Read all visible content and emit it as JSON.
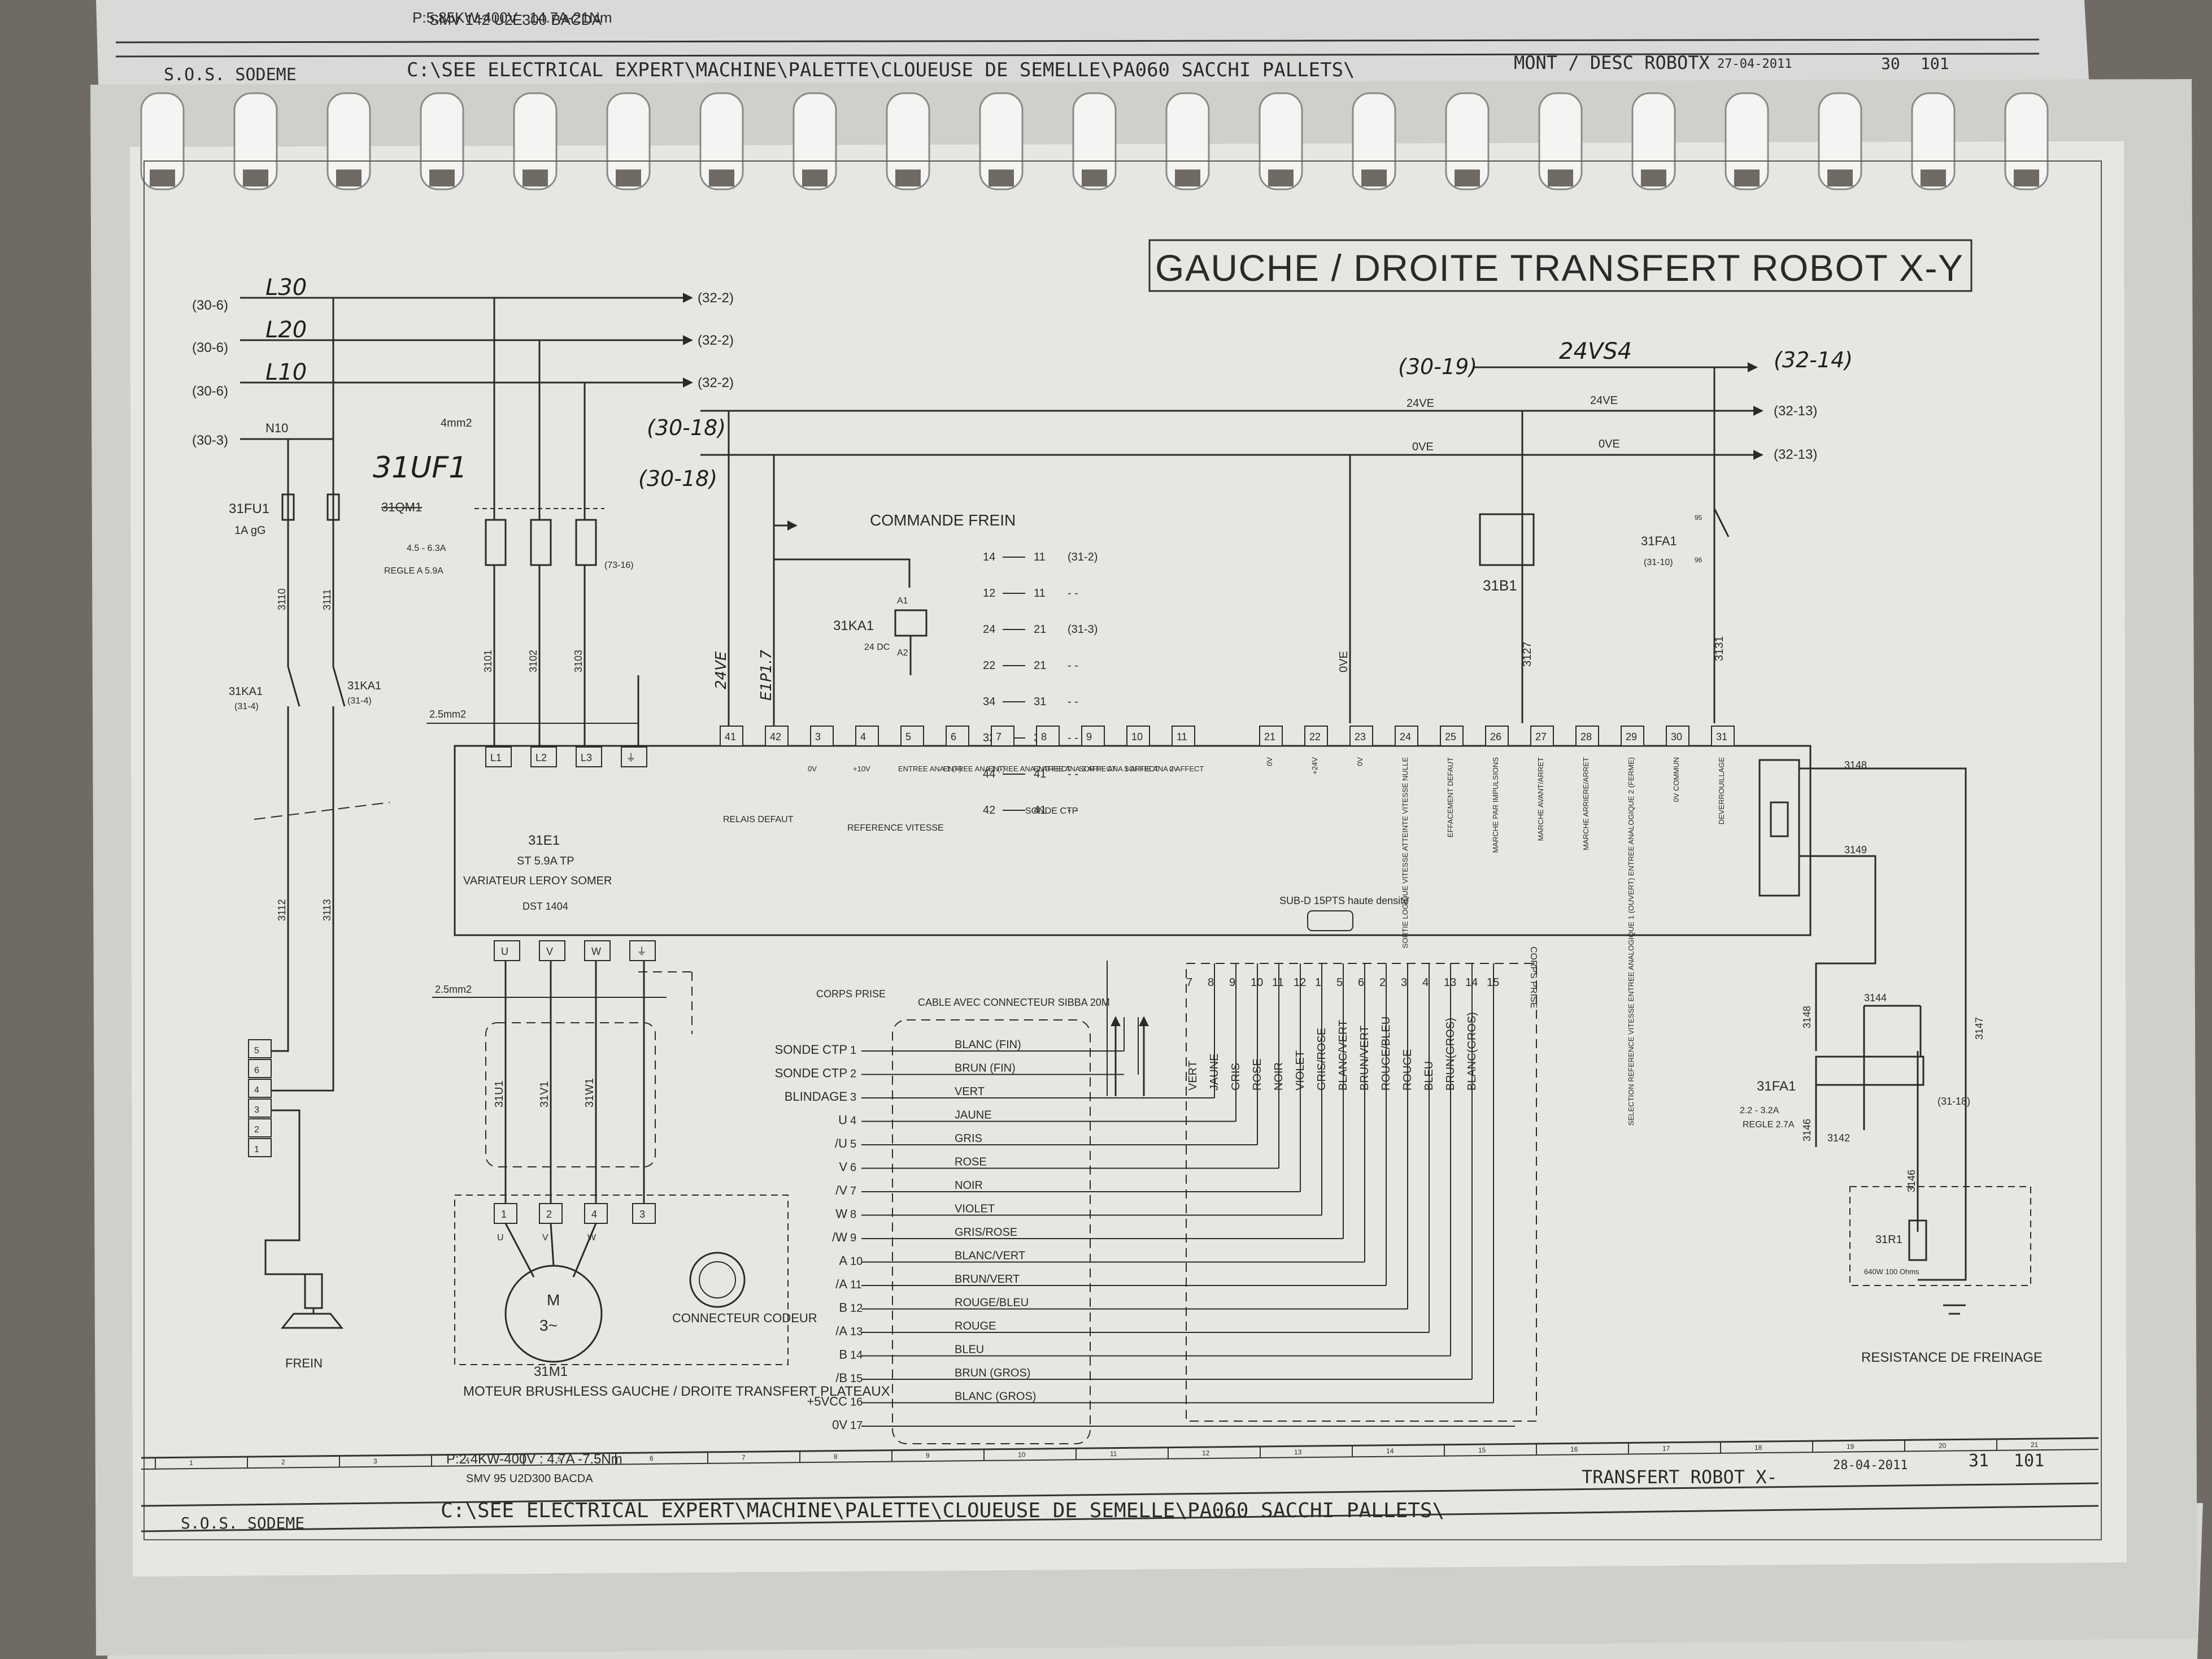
{
  "prev_sheet": {
    "motor_line": "P:5.85KW-400V : 14.7A-21Nm",
    "motor_model": "SMV 142 U2E300 BACDA",
    "company": "S.O.S. SODEME",
    "path": "C:\\SEE ELECTRICAL EXPERT\\MACHINE\\PALETTE\\CLOUEUSE DE SEMELLE\\PA060 SACCHI PALLETS\\",
    "title": "MONT / DESC ROBOTX",
    "date": "27-04-2011",
    "page": "30",
    "total": "101"
  },
  "title": "GAUCHE / DROITE TRANSFERT ROBOT X-Y",
  "supply": {
    "lines": [
      {
        "from": "(30-6)",
        "label": "L30",
        "to": "(32-2)"
      },
      {
        "from": "(30-6)",
        "label": "L20",
        "to": "(32-2)"
      },
      {
        "from": "(30-6)",
        "label": "L10",
        "to": "(32-2)"
      },
      {
        "from": "(30-3)",
        "label": "N10",
        "to": ""
      }
    ],
    "bus_from_top": "(30-19)",
    "bus_label": "24VS4",
    "bus_to_top": "(32-14)",
    "bus_from_a": "(30-18)",
    "bus_from_b": "(30-18)",
    "rail_24ve_a": "24VE",
    "rail_24ve_b": "24VE",
    "rail_to_a": "(32-13)",
    "rail_0ve_a": "0VE",
    "rail_0ve_b": "0VE",
    "rail_to_b": "(32-13)"
  },
  "fuse": {
    "ref": "31FU1",
    "rating": "1A gG",
    "w1": "3110",
    "w2": "3111"
  },
  "ka_contacts": {
    "ref": "31KA1",
    "loc": "(31-4)",
    "ref2": "31KA1",
    "loc2": "(31-4)",
    "w1": "3112",
    "w2": "3113"
  },
  "breaker": {
    "ref": "31QM1",
    "ref_hand": "31UF1",
    "cable": "4mm2",
    "range": "4.5 - 6.3A",
    "setting": "REGLE A 5.9A",
    "link": "(73-16)",
    "w1": "3101",
    "w2": "3102",
    "w3": "3103",
    "cable2": "2.5mm2"
  },
  "brake_cmd": {
    "label": "COMMANDE FREIN",
    "relay": "31KA1",
    "voltage": "24 DC",
    "a1": "A1",
    "a2": "A2",
    "w1": "24VE",
    "w2": "E1P1.7",
    "contacts": [
      {
        "a": "14",
        "b": "11",
        "ref": "(31-2)"
      },
      {
        "a": "12",
        "b": "11",
        "ref": "- -"
      },
      {
        "a": "24",
        "b": "21",
        "ref": "(31-3)"
      },
      {
        "a": "22",
        "b": "21",
        "ref": "- -"
      },
      {
        "a": "34",
        "b": "31",
        "ref": "- -"
      },
      {
        "a": "32",
        "b": "31",
        "ref": "- -"
      },
      {
        "a": "44",
        "b": "41",
        "ref": "- -"
      },
      {
        "a": "42",
        "b": "41",
        "ref": "- -"
      }
    ]
  },
  "drive": {
    "ref": "31E1",
    "model": "ST 5.9A TP",
    "desc": "VARIATEUR LEROY SOMER",
    "code": "DST 1404",
    "power_terms": [
      "L1",
      "L2",
      "L3",
      "⏚"
    ],
    "out_terms": [
      "U",
      "V",
      "W",
      "⏚"
    ],
    "ctrl_terms": [
      {
        "n": "41",
        "l": ""
      },
      {
        "n": "42",
        "l": ""
      },
      {
        "n": "3",
        "l": "0V"
      },
      {
        "n": "4",
        "l": "+10V"
      },
      {
        "n": "5",
        "l": "ENTREE ANA 1 (+)"
      },
      {
        "n": "6",
        "l": "ENTREE ANA 1 (-)"
      },
      {
        "n": "7",
        "l": "ENTREE ANA 2 AFFECT"
      },
      {
        "n": "8",
        "l": "ENTREE ANA 3 AFFECT"
      },
      {
        "n": "9",
        "l": "SORTIE ANA 1 AFFECT"
      },
      {
        "n": "10",
        "l": "SORTIE ANA 2 AFFECT"
      },
      {
        "n": "11",
        "l": "0V"
      },
      {
        "n": "21",
        "l": "0V"
      },
      {
        "n": "22",
        "l": "+24V"
      },
      {
        "n": "23",
        "l": "0V"
      },
      {
        "n": "24",
        "l": "SORTIE LOGIQUE VITESSE ATTEINTE VITESSE NULLE"
      },
      {
        "n": "25",
        "l": "EFFACEMENT DEFAUT"
      },
      {
        "n": "26",
        "l": "MARCHE PAR IMPULSIONS"
      },
      {
        "n": "27",
        "l": "MARCHE AVANT/ARRET"
      },
      {
        "n": "28",
        "l": "MARCHE ARRIERE/ARRET"
      },
      {
        "n": "29",
        "l": "SELECTION REFERENCE VITESSE ENTREE ANALOGIQUE 1 (OUVERT) ENTREE ANALOGIQUE 2 (FERME)"
      },
      {
        "n": "30",
        "l": "0V COMMUN"
      },
      {
        "n": "31",
        "l": "DEVERROUILLAGE"
      }
    ],
    "grp_relais": "RELAIS DEFAUT",
    "grp_ref": "REFERENCE VITESSE",
    "grp_ctp": "SONDE CTP",
    "subd": "SUB-D 15PTS haute densité",
    "wire_0ve": "0VE",
    "wire_3127": "3127",
    "wire_3131": "3131"
  },
  "sensor": {
    "ref": "31B1"
  },
  "thermal": {
    "ref": "31FA1",
    "loc": "(31-10)",
    "t1": "95",
    "t2": "96"
  },
  "cable": {
    "corps_prise": "CORPS PRISE",
    "corps_prise_v": "CORPS PRISE",
    "title": "CABLE AVEC CONNECTEUR SIBBA 20M",
    "rows": [
      {
        "sig": "SONDE CTP",
        "n": "1",
        "col": "BLANC (FIN)"
      },
      {
        "sig": "SONDE CTP",
        "n": "2",
        "col": "BRUN (FIN)"
      },
      {
        "sig": "BLINDAGE",
        "n": "3",
        "col": "VERT"
      },
      {
        "sig": "U",
        "n": "4",
        "col": "JAUNE"
      },
      {
        "sig": "/U",
        "n": "5",
        "col": "GRIS"
      },
      {
        "sig": "V",
        "n": "6",
        "col": "ROSE"
      },
      {
        "sig": "/V",
        "n": "7",
        "col": "NOIR"
      },
      {
        "sig": "W",
        "n": "8",
        "col": "VIOLET"
      },
      {
        "sig": "/W",
        "n": "9",
        "col": "GRIS/ROSE"
      },
      {
        "sig": "A",
        "n": "10",
        "col": "BLANC/VERT"
      },
      {
        "sig": "/A",
        "n": "11",
        "col": "BRUN/VERT"
      },
      {
        "sig": "B",
        "n": "12",
        "col": "ROUGE/BLEU"
      },
      {
        "sig": "/A",
        "n": "13",
        "col": "ROUGE"
      },
      {
        "sig": "B",
        "n": "14",
        "col": "BLEU"
      },
      {
        "sig": "/B",
        "n": "15",
        "col": "BRUN (GROS)"
      },
      {
        "sig": "+5VCC",
        "n": "16",
        "col": "BLANC (GROS)"
      },
      {
        "sig": "0V",
        "n": "17",
        "col": ""
      }
    ],
    "pins": [
      "7",
      "8",
      "9",
      "10",
      "11",
      "12",
      "1",
      "5",
      "6",
      "2",
      "3",
      "4",
      "13",
      "14",
      "15"
    ],
    "vcols": [
      "VERT",
      "JAUNE",
      "GRIS",
      "ROSE",
      "NOIR",
      "VIOLET",
      "GRIS/ROSE",
      "BLANC/VERT",
      "BRUN/VERT",
      "ROUGE/BLEU",
      "ROUGE",
      "BLEU",
      "BRUN(GROS)",
      "BLANC(GROS)"
    ]
  },
  "motor": {
    "cable": "2.5mm2",
    "wires": [
      "31U1",
      "31V1",
      "31W1"
    ],
    "terms": [
      "1",
      "2",
      "4",
      "3"
    ],
    "phases": [
      "U",
      "V",
      "W"
    ],
    "sym": "M",
    "sym2": "3~",
    "ref": "31M1",
    "desc": "MOTEUR BRUSHLESS GAUCHE / DROITE TRANSFERT PLATEAUX",
    "power": "P:2.4KW-400V : 4.7A -7.5Nm",
    "model": "SMV 95 U2D300 BACDA",
    "encoder": "CONNECTEUR CODEUR",
    "brake": "FREIN",
    "brake_terms": [
      "5",
      "6",
      "4",
      "3",
      "2",
      "1"
    ]
  },
  "braking": {
    "label": "RESISTANCE DE FREINAGE",
    "w1": "3148",
    "w2": "3149",
    "w3": "3148",
    "w4": "3144",
    "w5": "3146",
    "w6": "3147",
    "w7": "3142",
    "w8": "3146",
    "relay": "31FA1",
    "range": "2.2 - 3.2A",
    "setting": "REGLE 2.7A",
    "loc": "(31-18)",
    "res_ref": "31R1",
    "res_val": "640W 100 Ohms"
  },
  "footer": {
    "company": "S.O.S. SODEME",
    "path": "C:\\SEE ELECTRICAL EXPERT\\MACHINE\\PALETTE\\CLOUEUSE DE SEMELLE\\PA060 SACCHI PALLETS\\",
    "title": "TRANSFERT ROBOT X-",
    "date": "28-04-2011",
    "page": "31",
    "total": "101",
    "ruler": [
      "1",
      "2",
      "3",
      "4",
      "5",
      "6",
      "7",
      "8",
      "9",
      "10",
      "11",
      "12",
      "13",
      "14",
      "15",
      "16",
      "17",
      "18",
      "19",
      "20",
      "21"
    ]
  }
}
